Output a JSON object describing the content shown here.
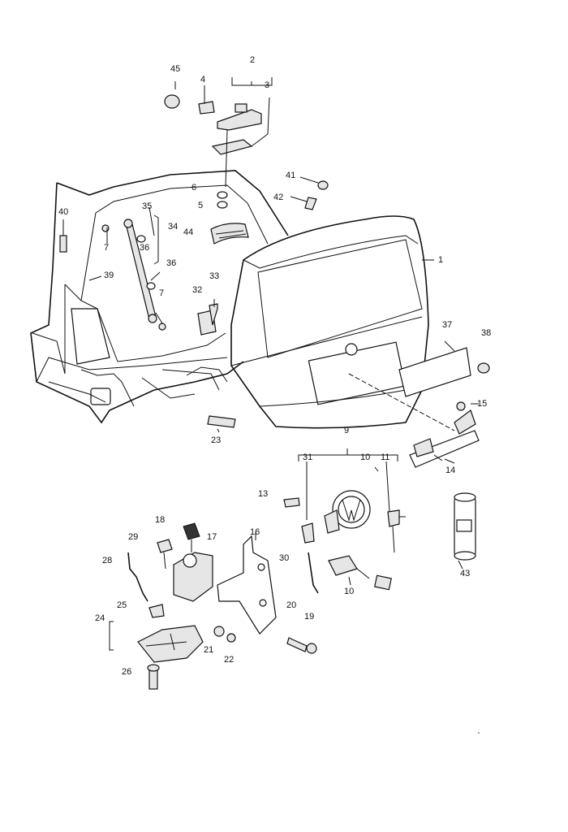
{
  "labels": {
    "l1": "1",
    "l2": "2",
    "l3": "3",
    "l4": "4",
    "l5": "5",
    "l6": "6",
    "l7a": "7",
    "l7b": "7",
    "l9": "9",
    "l10a": "10",
    "l10b": "10",
    "l11": "11",
    "l13": "13",
    "l14": "14",
    "l15": "15",
    "l16": "16",
    "l17": "17",
    "l18": "18",
    "l19": "19",
    "l20": "20",
    "l21": "21",
    "l22": "22",
    "l23": "23",
    "l24": "24",
    "l25": "25",
    "l26": "26",
    "l28": "28",
    "l29": "29",
    "l30": "30",
    "l31": "31",
    "l32": "32",
    "l33": "33",
    "l34": "34",
    "l35": "35",
    "l36a": "36",
    "l36b": "36",
    "l37": "37",
    "l38": "38",
    "l39": "39",
    "l40": "40",
    "l41": "41",
    "l42": "42",
    "l43": "43",
    "l44": "44",
    "l45": "45"
  }
}
